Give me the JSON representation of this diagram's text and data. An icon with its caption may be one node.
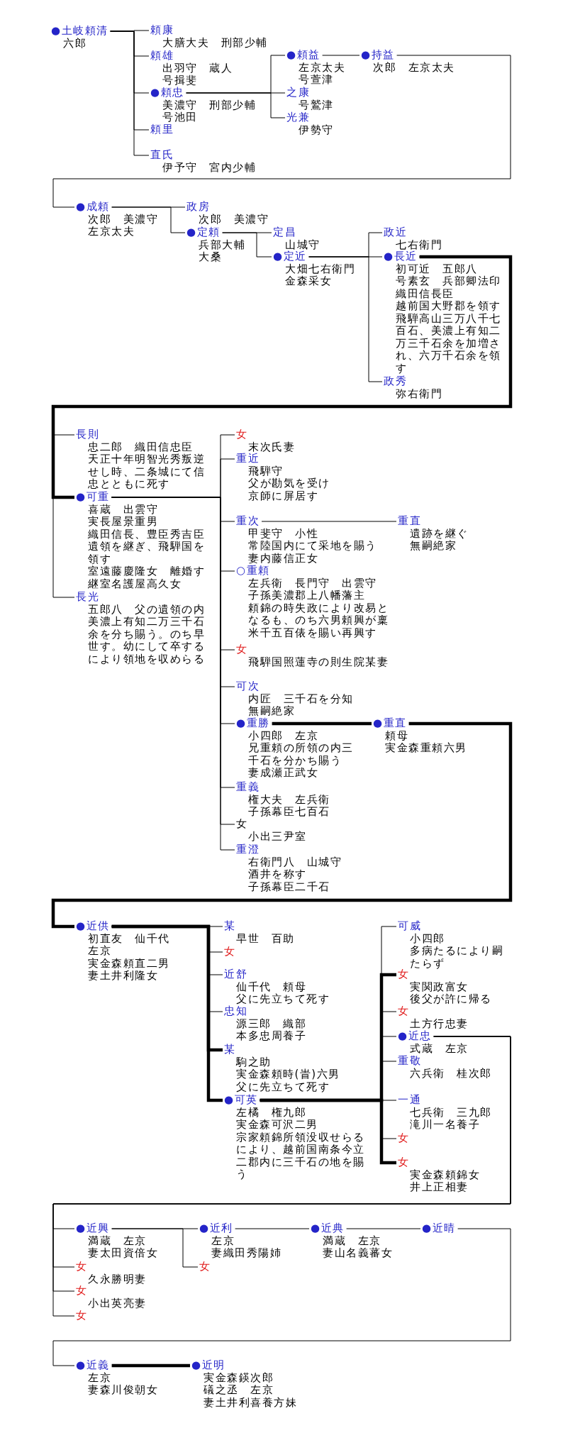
{
  "diagram": {
    "nodes": [
      {
        "text": [
          "●土岐頼清",
          "六郎"
        ]
      },
      {
        "text": [
          "頼康",
          "大膳大夫　刑部少輔"
        ]
      },
      {
        "text": [
          "頼雄",
          "出羽守　蔵人",
          "号揖斐"
        ]
      },
      {
        "text": [
          "●頼忠",
          "美濃守　刑部少輔",
          "号池田"
        ]
      },
      {
        "text": [
          "頼里"
        ]
      },
      {
        "text": [
          "直氏",
          "伊予守　宮内少輔"
        ]
      },
      {
        "text": [
          "●頼益",
          "左京太夫",
          "号萱津"
        ]
      },
      {
        "text": [
          "之康",
          "号鷲津"
        ]
      },
      {
        "text": [
          "光兼",
          "伊勢守"
        ]
      },
      {
        "text": [
          "●持益",
          "次郎　左京太夫"
        ]
      },
      {
        "text": [
          "●成頼",
          "次郎　美濃守",
          "左京太夫"
        ]
      },
      {
        "text": [
          "政房",
          "次郎　美濃守"
        ]
      },
      {
        "text": [
          "●定頼",
          "兵部大輔",
          "大桑"
        ]
      },
      {
        "text": [
          "定昌",
          "山城守"
        ]
      },
      {
        "text": [
          "●定近",
          "大畑七右衛門",
          "金森采女"
        ]
      },
      {
        "text": [
          "政近",
          "七右衛門"
        ]
      },
      {
        "text": [
          "●長近",
          "初可近　五郎八",
          "号素玄　兵部卿法印",
          "織田信長臣",
          "越前国大野郡を領す",
          "飛騨高山三万八千七百石、美濃上有知二万三千石余を加増され、六万千石余を領す"
        ]
      },
      {
        "text": [
          "政秀",
          "弥右衛門"
        ]
      },
      {
        "text": [
          "長則",
          "忠二郎　織田信忠臣",
          "天正十年明智光秀叛逆せし時、二条城にて信忠とともに死す"
        ]
      },
      {
        "text": [
          "●可重",
          "喜蔵　出雲守",
          "実長屋景重男",
          "織田信長、豊臣秀吉臣",
          "遺領を継ぎ、飛騨国を領す",
          "室遠藤慶隆女　離婚す",
          "継室名護屋高久女"
        ]
      },
      {
        "text": [
          "長光",
          "五郎八　父の遺領の内美濃上有知二万三千石余を分ち賜う。のち早世す。幼にして卒するにより領地を収めらる"
        ]
      },
      {
        "text": [
          "女",
          "末次氏妻"
        ]
      },
      {
        "text": [
          "重近",
          "飛騨守",
          "父が勘気を受け京師に屏居す"
        ]
      },
      {
        "text": [
          "重次",
          "甲斐守　小性",
          "常陸国内にて采地を賜う",
          "妻内藤信正女"
        ]
      },
      {
        "text": [
          "重直",
          "遺跡を継ぐ",
          "無嗣絶家"
        ]
      },
      {
        "text": [
          "○重頼",
          "左兵衛　長門守　出雲守",
          "子孫美濃郡上八幡藩主",
          "頼錦の時失政により改易となるも、のち六男頼興が稟米千五百俵を賜い再興す"
        ]
      },
      {
        "text": [
          "女",
          "飛騨国照蓮寺の則生院某妻"
        ]
      },
      {
        "text": [
          "可次",
          "内匠　三千石を分知",
          "無嗣絶家"
        ]
      },
      {
        "text": [
          "●重勝",
          "小四郎　左京",
          "兄重頼の所領の内三千石を分かち賜う",
          "妻成瀬正武女"
        ]
      },
      {
        "text": [
          "●重直",
          "頼母",
          "実金森重頼六男"
        ]
      },
      {
        "text": [
          "重義",
          "権大夫　左兵衛",
          "子孫幕臣七百石"
        ]
      },
      {
        "text": [
          "女",
          "小出三尹室"
        ]
      },
      {
        "text": [
          "重澄",
          "右衛門八　山城守",
          "酒井を称す",
          "子孫幕臣二千石"
        ]
      },
      {
        "text": [
          "●近供",
          "初直友　仙千代",
          "左京",
          "実金森頼直二男",
          "妻土井利隆女"
        ]
      },
      {
        "text": [
          "某",
          "早世　百助"
        ]
      },
      {
        "text": [
          "女"
        ]
      },
      {
        "text": [
          "近舒",
          "仙千代　頼母",
          "父に先立ちて死す"
        ]
      },
      {
        "text": [
          "忠知",
          "源三郎　織部",
          "本多忠周養子"
        ]
      },
      {
        "text": [
          "某",
          "駒之助",
          "実金森頼時(旹)六男",
          "父に先立ちて死す"
        ]
      },
      {
        "text": [
          "●可英",
          "左橘　権九郎",
          "実金森可沢二男",
          "宗家頼錦所領没収せらるにより、越前国南条今立二郡内に三千石の地を賜う"
        ]
      },
      {
        "text": [
          "可威",
          "小四郎",
          "多病たるにより嗣たらず"
        ]
      },
      {
        "text": [
          "女",
          "実関政富女",
          "後父が許に帰る"
        ]
      },
      {
        "text": [
          "女",
          "土方行忠妻"
        ]
      },
      {
        "text": [
          "●近忠",
          "式蔵　左京"
        ]
      },
      {
        "text": [
          "重敬",
          "六兵衛　桂次郎"
        ]
      },
      {
        "text": [
          "一通",
          "七兵衛　三九郎",
          "滝川一名養子"
        ]
      },
      {
        "text": [
          "女"
        ]
      },
      {
        "text": [
          "女",
          "実金森頼錦女",
          "井上正相妻"
        ]
      },
      {
        "text": [
          "●近興",
          "満蔵　左京",
          "妻太田資倍女"
        ]
      },
      {
        "text": [
          "女",
          "久永勝明妻"
        ]
      },
      {
        "text": [
          "女",
          "小出英亮妻"
        ]
      },
      {
        "text": [
          "女"
        ]
      },
      {
        "text": [
          "●近利",
          "左京",
          "妻織田秀陽姉"
        ]
      },
      {
        "text": [
          "女"
        ]
      },
      {
        "text": [
          "●近典",
          "満蔵　左京",
          "妻山名義蕃女"
        ]
      },
      {
        "text": [
          "●近晴"
        ]
      },
      {
        "text": [
          "●近義",
          "左京",
          "妻森川俊朝女"
        ]
      },
      {
        "text": [
          "●近明",
          "実金森鍈次郎",
          "礒之丞　左京",
          "妻土井利喜養方妹"
        ]
      }
    ],
    "edges": [
      {
        "from": 0,
        "to": 1,
        "arrow": "none"
      },
      {
        "from": 0,
        "to": 2,
        "arrow": "none"
      },
      {
        "from": 0,
        "to": 3,
        "arrow": "none"
      },
      {
        "from": 0,
        "to": 4,
        "arrow": "none"
      },
      {
        "from": 0,
        "to": 5,
        "arrow": "none"
      },
      {
        "from": 3,
        "to": 6,
        "arrow": "none"
      },
      {
        "from": 3,
        "to": 7,
        "arrow": "none"
      },
      {
        "from": 3,
        "to": 8,
        "arrow": "none"
      },
      {
        "from": 6,
        "to": 9,
        "arrow": "none"
      },
      {
        "from": 9,
        "to": 10,
        "arrow": "none"
      },
      {
        "from": 10,
        "to": 11,
        "arrow": "none"
      },
      {
        "from": 10,
        "to": 12,
        "arrow": "none"
      },
      {
        "from": 12,
        "to": 13,
        "arrow": "none"
      },
      {
        "from": 12,
        "to": 14,
        "arrow": "none"
      },
      {
        "from": 14,
        "to": 15,
        "arrow": "none"
      },
      {
        "from": 14,
        "to": 16,
        "arrow": "none"
      },
      {
        "from": 14,
        "to": 17,
        "arrow": "none"
      },
      {
        "from": 16,
        "to": 18,
        "arrow": "none"
      },
      {
        "from": 16,
        "to": 19,
        "arrow": "none",
        "style": "thick"
      },
      {
        "from": 16,
        "to": 20,
        "arrow": "none"
      },
      {
        "from": 19,
        "to": 21,
        "arrow": "none"
      },
      {
        "from": 19,
        "to": 22,
        "arrow": "none"
      },
      {
        "from": 19,
        "to": 23,
        "arrow": "none"
      },
      {
        "from": 19,
        "to": 25,
        "arrow": "none"
      },
      {
        "from": 19,
        "to": 26,
        "arrow": "none"
      },
      {
        "from": 19,
        "to": 27,
        "arrow": "none"
      },
      {
        "from": 19,
        "to": 28,
        "arrow": "none"
      },
      {
        "from": 19,
        "to": 30,
        "arrow": "none"
      },
      {
        "from": 19,
        "to": 31,
        "arrow": "none"
      },
      {
        "from": 19,
        "to": 32,
        "arrow": "none"
      },
      {
        "from": 23,
        "to": 24,
        "arrow": "none"
      },
      {
        "from": 28,
        "to": 29,
        "arrow": "none",
        "style": "thick"
      },
      {
        "from": 29,
        "to": 33,
        "arrow": "none",
        "style": "thick"
      },
      {
        "from": 33,
        "to": 34,
        "arrow": "none"
      },
      {
        "from": 33,
        "to": 35,
        "arrow": "none"
      },
      {
        "from": 33,
        "to": 36,
        "arrow": "none"
      },
      {
        "from": 33,
        "to": 37,
        "arrow": "none"
      },
      {
        "from": 33,
        "to": 38,
        "arrow": "none",
        "style": "thick"
      },
      {
        "from": 33,
        "to": 39,
        "arrow": "none",
        "style": "thick"
      },
      {
        "from": 39,
        "to": 40,
        "arrow": "none"
      },
      {
        "from": 39,
        "to": 41,
        "arrow": "none",
        "style": "thick"
      },
      {
        "from": 39,
        "to": 42,
        "arrow": "none"
      },
      {
        "from": 39,
        "to": 43,
        "arrow": "none"
      },
      {
        "from": 39,
        "to": 44,
        "arrow": "none"
      },
      {
        "from": 39,
        "to": 45,
        "arrow": "none"
      },
      {
        "from": 39,
        "to": 46,
        "arrow": "none"
      },
      {
        "from": 39,
        "to": 47,
        "arrow": "none",
        "style": "thick"
      },
      {
        "from": 43,
        "to": 48,
        "arrow": "none"
      },
      {
        "from": 43,
        "to": 49,
        "arrow": "none"
      },
      {
        "from": 43,
        "to": 50,
        "arrow": "none"
      },
      {
        "from": 43,
        "to": 51,
        "arrow": "none"
      },
      {
        "from": 48,
        "to": 52,
        "arrow": "none"
      },
      {
        "from": 48,
        "to": 53,
        "arrow": "none"
      },
      {
        "from": 52,
        "to": 54,
        "arrow": "none"
      },
      {
        "from": 54,
        "to": 55,
        "arrow": "none"
      },
      {
        "from": 55,
        "to": 56,
        "arrow": "none"
      },
      {
        "from": 56,
        "to": 57,
        "arrow": "none",
        "style": "thick"
      }
    ]
  }
}
